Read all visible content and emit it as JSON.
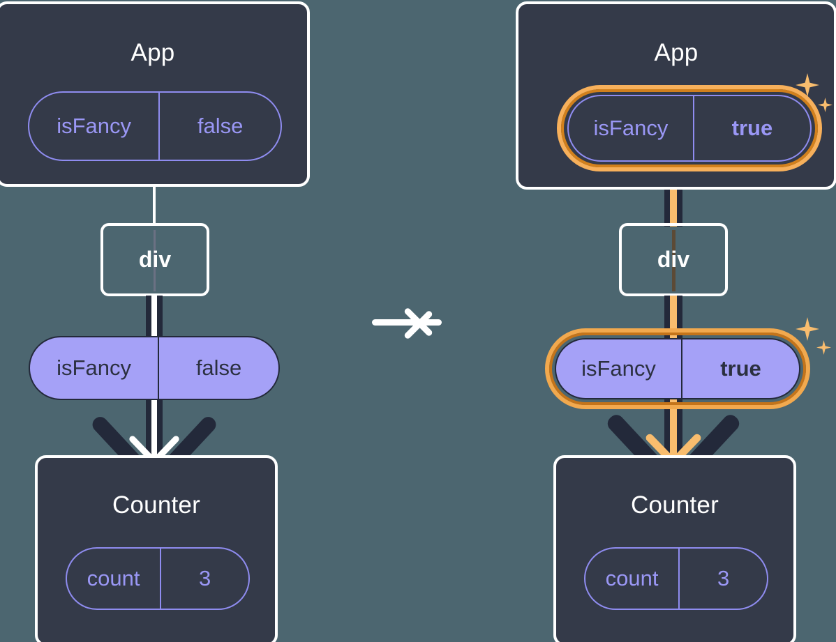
{
  "background_color": "#4c6670",
  "accent_color": "#f9bd6e",
  "accent_dark_color": "#d2801c",
  "purple_color": "#a5a1f7",
  "box_color": "#343a49",
  "transition": {
    "arrow_icon": "right-arrow-icon"
  },
  "before": {
    "app": {
      "title": "App",
      "state_pill": {
        "key": "isFancy",
        "value": "false",
        "highlighted": false
      }
    },
    "div": {
      "label": "div"
    },
    "prop_pill": {
      "key": "isFancy",
      "value": "false",
      "highlighted": false
    },
    "counter": {
      "title": "Counter",
      "state_pill": {
        "key": "count",
        "value": "3",
        "highlighted": false
      }
    }
  },
  "after": {
    "app": {
      "title": "App",
      "state_pill": {
        "key": "isFancy",
        "value": "true",
        "highlighted": true
      },
      "sparkle_icon": "sparkles-icon"
    },
    "div": {
      "label": "div"
    },
    "prop_pill": {
      "key": "isFancy",
      "value": "true",
      "highlighted": true
    },
    "sparkle_icon": "sparkles-icon",
    "counter": {
      "title": "Counter",
      "state_pill": {
        "key": "count",
        "value": "3",
        "highlighted": false
      }
    }
  }
}
